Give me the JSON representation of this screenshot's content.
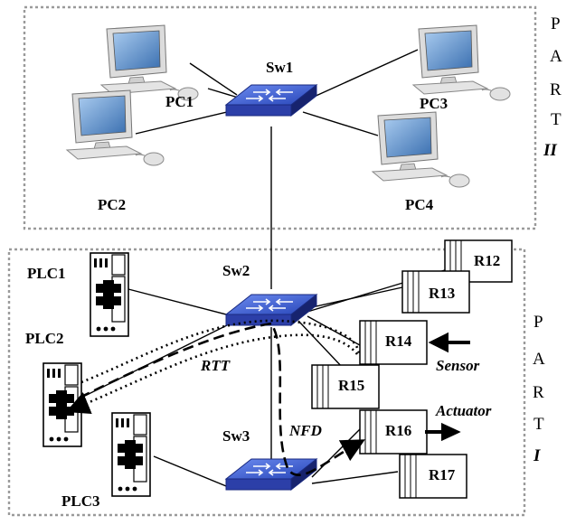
{
  "part_ii": {
    "letters": [
      "P",
      "A",
      "R",
      "T"
    ],
    "numeral": "II",
    "switch": "Sw1",
    "pcs": [
      "PC1",
      "PC2",
      "PC3",
      "PC4"
    ]
  },
  "part_i": {
    "letters": [
      "P",
      "A",
      "R",
      "T"
    ],
    "numeral": "I",
    "switches": [
      "Sw2",
      "Sw3"
    ],
    "plcs": [
      "PLC1",
      "PLC2",
      "PLC3"
    ],
    "relays": [
      "R12",
      "R13",
      "R14",
      "R15",
      "R16",
      "R17"
    ],
    "annotations": {
      "rtt": "RTT",
      "nfd": "NFD",
      "sensor": "Sensor",
      "actuator": "Actuator"
    }
  },
  "colors": {
    "switch_top": "#3f63d6",
    "switch_side": "#1d2f8f",
    "monitor_screen": "#4f86c6",
    "box_border": "#999999"
  }
}
